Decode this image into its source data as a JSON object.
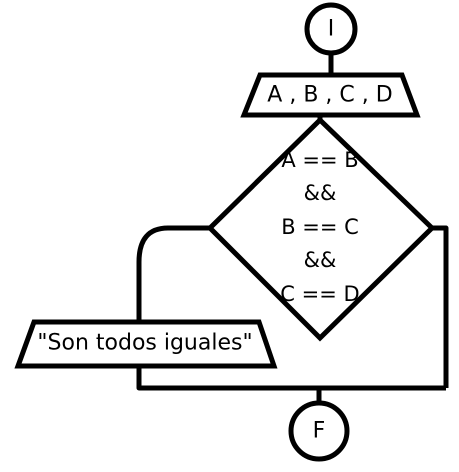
{
  "flowchart": {
    "start": {
      "label": "I"
    },
    "input": {
      "label": "A , B , C , D"
    },
    "decision": {
      "lines": [
        "A == B",
        "&&",
        "B == C",
        "&&",
        "C == D"
      ]
    },
    "output": {
      "label": "\"Son todos iguales\""
    },
    "end": {
      "label": "F"
    }
  }
}
